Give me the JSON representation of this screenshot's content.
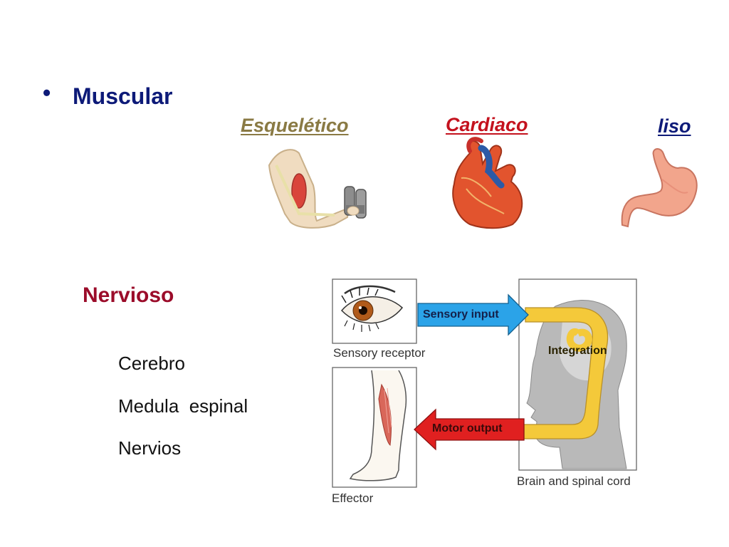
{
  "muscular": {
    "bullet": "•",
    "title": "Muscular",
    "types": {
      "skeletal": "Esquelético",
      "cardiac": "Cardiaco",
      "smooth": "liso"
    }
  },
  "nervous": {
    "title": "Nervioso",
    "items": [
      "Cerebro",
      "Medula  espinal",
      "Nervios"
    ]
  },
  "diagram": {
    "sensory_receptor": "Sensory receptor",
    "effector": "Effector",
    "brain_spinal": "Brain and spinal cord",
    "sensory_input": "Sensory input",
    "motor_output": "Motor output",
    "integration": "Integration"
  },
  "colors": {
    "title_blue": "#0d1a78",
    "skeletal": "#8a7a44",
    "cardiac": "#c4121e",
    "nervous": "#9b0c2a",
    "sensory_arrow": "#2ba3e8",
    "motor_arrow": "#e02020",
    "integration_loop": "#f2c83a"
  },
  "icons": [
    "arm-dumbbell-icon",
    "heart-icon",
    "stomach-icon",
    "eye-icon",
    "leg-icon",
    "head-icon"
  ]
}
